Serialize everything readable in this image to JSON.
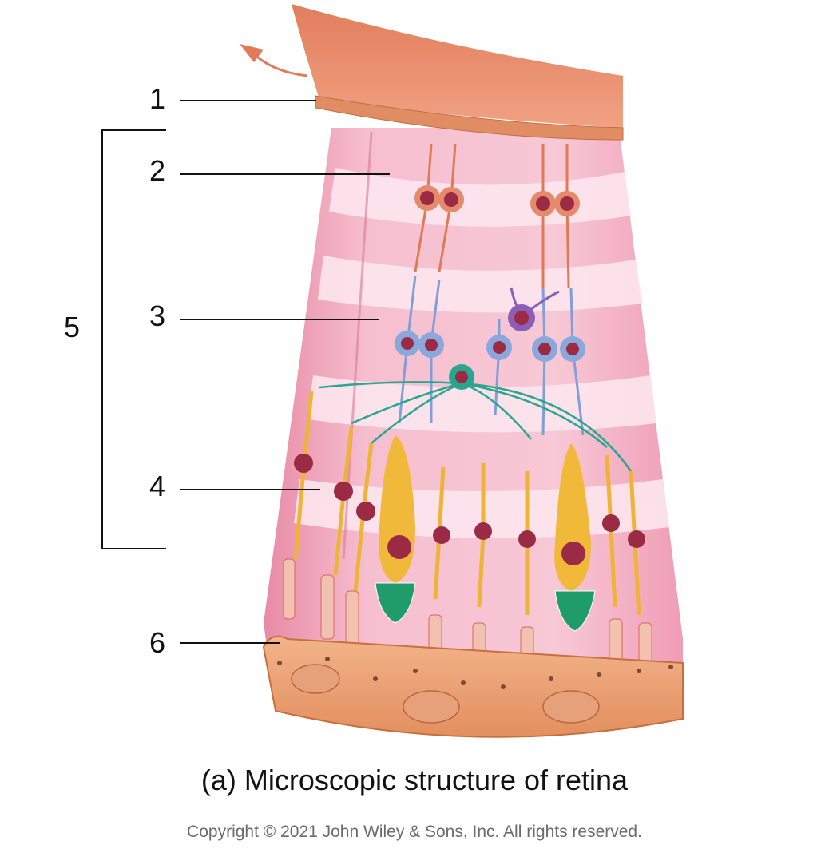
{
  "labels": {
    "l1": "1",
    "l2": "2",
    "l3": "3",
    "l4": "4",
    "l5": "5",
    "l6": "6"
  },
  "caption": "(a) Microscopic structure of retina",
  "copyright": "Copyright © 2021 John Wiley & Sons, Inc. All rights reserved.",
  "colors": {
    "retina_pink": "#f2b3c6",
    "retina_band_light": "#fbe2ea",
    "choroid_orange": "#e8895f",
    "pigment_layer": "#eca77a",
    "ganglion_neuron": "#e0805e",
    "bipolar_neuron": "#7f9fd6",
    "amacrine": "#8a5fb5",
    "horizontal_cell": "#2aa58f",
    "photoreceptor_yellow": "#f0b93a",
    "nucleus": "#9b2a45"
  }
}
